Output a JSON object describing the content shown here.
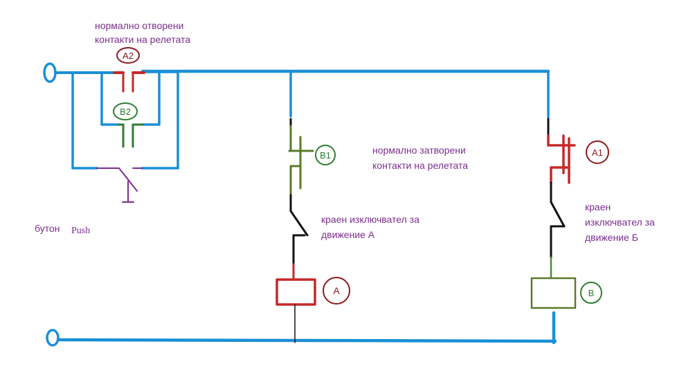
{
  "labels": {
    "no_contacts_line1": "нормално отворени",
    "no_contacts_line2": "контакти  на релетата",
    "nc_contacts_line1": "нормално затворени",
    "nc_contacts_line2": "контакти на релетата",
    "limit_a_line1": "краен изключвател за",
    "limit_a_line2": "движение А",
    "limit_b_line1": "краен",
    "limit_b_line2": "изключвател за",
    "limit_b_line3": "движение Б",
    "button": "бутон",
    "push": "Push"
  },
  "tags": {
    "a2": "A2",
    "b2": "B2",
    "b1": "B1",
    "a1": "A1",
    "coil_a": "A",
    "coil_b": "B"
  },
  "colors": {
    "wire": "#1a8fd6",
    "relay_a": "#c62828",
    "relay_b": "#2e7d32",
    "limit": "#111111",
    "button": "#7b2d8e",
    "coil_b_outline": "#5a7a2a",
    "coil_b_wire": "#4e8a3a",
    "tag_a": "#8b1a1a",
    "tag_b": "#2e7d32"
  }
}
